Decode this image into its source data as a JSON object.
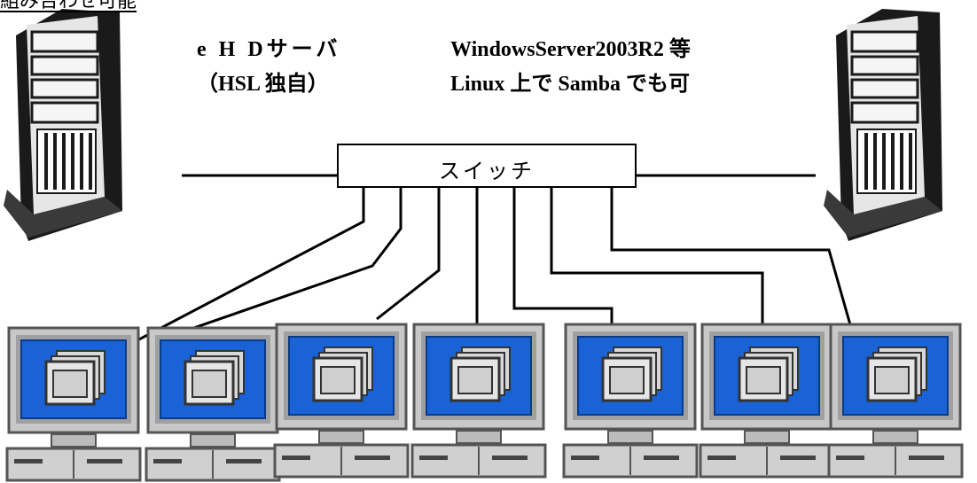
{
  "caption": "組み合わせ可能",
  "servers": [
    {
      "name": "eHD-server",
      "label_line1": "e H Dサーバ",
      "label_line2": "（HSL 独自）"
    },
    {
      "name": "file-server",
      "label_line1": "WindowsServer2003R2 等",
      "label_line2": "Linux 上で Samba でも可"
    }
  ],
  "switch": {
    "label": "スイッチ"
  },
  "client_count": 7,
  "colors": {
    "line": "#000000",
    "screen_blue": "#1a63d6",
    "monitor_gray": "#c8c8c8",
    "tower_dark": "#1a1a1a"
  }
}
